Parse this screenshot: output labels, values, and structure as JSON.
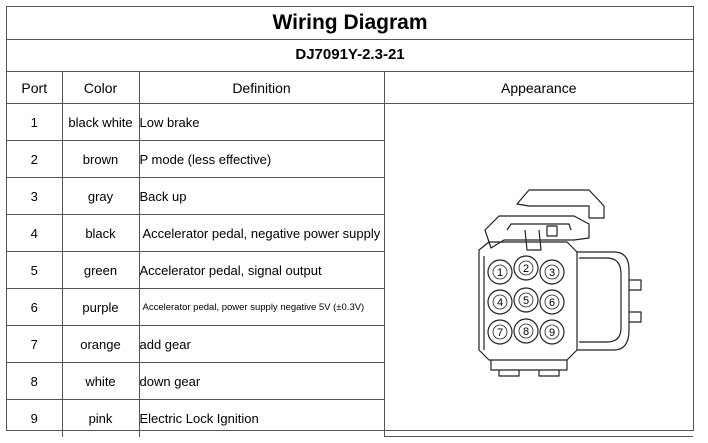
{
  "title": "Wiring Diagram",
  "model": "DJ7091Y-2.3-21",
  "headers": {
    "port": "Port",
    "color": "Color",
    "definition": "Definition",
    "appearance": "Appearance"
  },
  "rows": [
    {
      "port": "1",
      "color": "black white",
      "definition": "Low brake"
    },
    {
      "port": "2",
      "color": "brown",
      "definition": "P mode (less effective)"
    },
    {
      "port": "3",
      "color": "gray",
      "definition": "Back up"
    },
    {
      "port": "4",
      "color": "black",
      "definition": "Accelerator pedal, negative power supply"
    },
    {
      "port": "5",
      "color": "green",
      "definition": "Accelerator pedal, signal output"
    },
    {
      "port": "6",
      "color": "purple",
      "definition": "Accelerator pedal, power supply negative 5V (±0.3V)"
    },
    {
      "port": "7",
      "color": "orange",
      "definition": "add  gear"
    },
    {
      "port": "8",
      "color": "white",
      "definition": "down gear"
    },
    {
      "port": "9",
      "color": "pink",
      "definition": "Electric Lock Ignition"
    }
  ],
  "connector": {
    "icon": "nine-pin-connector-drawing",
    "pins": [
      "1",
      "2",
      "3",
      "4",
      "5",
      "6",
      "7",
      "8",
      "9"
    ]
  }
}
